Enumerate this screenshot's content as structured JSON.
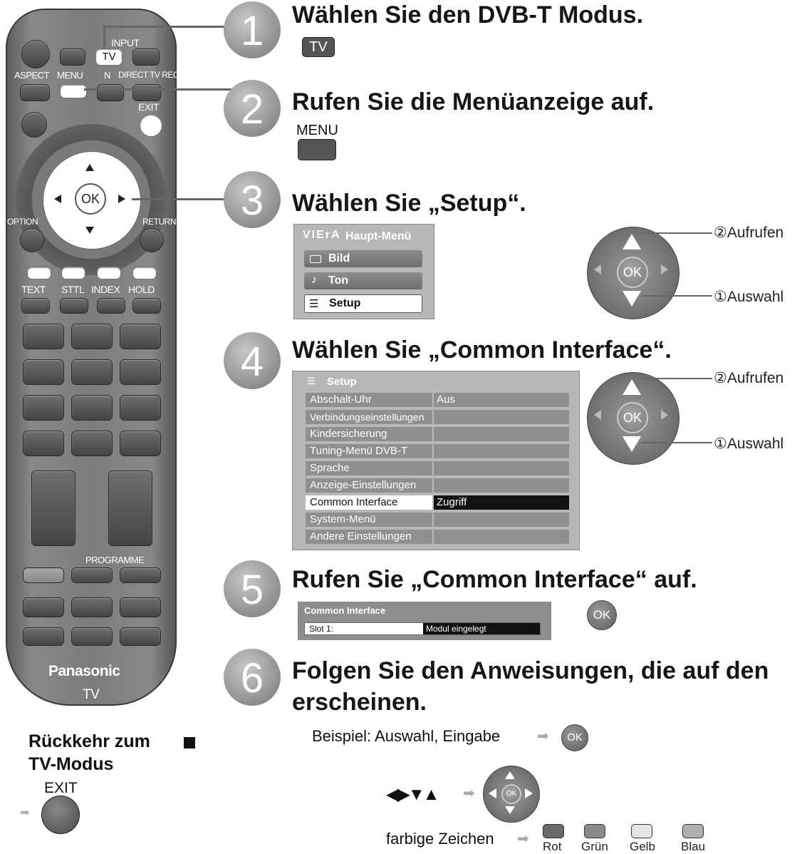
{
  "remote": {
    "labels": {
      "input": "INPUT",
      "tv": "TV",
      "aspect": "ASPECT",
      "menu": "MENU",
      "n": "N",
      "direct_tv_rec": "DIRECT TV REC",
      "exit": "EXIT",
      "ok": "OK",
      "option": "OPTION",
      "return": "RETURN",
      "text": "TEXT",
      "sttl": "STTL",
      "index": "INDEX",
      "hold": "HOLD",
      "programme": "PROGRAMME",
      "brand": "Panasonic",
      "brand_sub": "TV"
    }
  },
  "steps": [
    {
      "number": "1",
      "heading": "Wählen Sie den DVB-T Modus.",
      "key_label": "TV"
    },
    {
      "number": "2",
      "heading": "Rufen Sie die Menüanzeige auf.",
      "key_label": "MENU"
    },
    {
      "number": "3",
      "heading": "Wählen Sie „Setup“."
    },
    {
      "number": "4",
      "heading": "Wählen Sie „Common Interface“."
    },
    {
      "number": "5",
      "heading": "Rufen Sie „Common Interface“ auf."
    },
    {
      "number": "6",
      "heading_line1": "Folgen Sie den Anweisungen, die auf den",
      "heading_line2": "erscheinen."
    }
  ],
  "main_menu": {
    "logo": "VIErA",
    "title": "Haupt-Menü",
    "items": [
      "Bild",
      "Ton",
      "Setup"
    ]
  },
  "setup_menu": {
    "title": "Setup",
    "rows": [
      {
        "label": "Abschalt-Uhr",
        "value": "Aus"
      },
      {
        "label": "Verbindungseinstellungen",
        "value": ""
      },
      {
        "label": "Kindersicherung",
        "value": ""
      },
      {
        "label": "Tuning-Menü DVB-T",
        "value": ""
      },
      {
        "label": "Sprache",
        "value": ""
      },
      {
        "label": "Anzeige-Einstellungen",
        "value": ""
      },
      {
        "label": "Common Interface",
        "value": "Zugriff"
      },
      {
        "label": "System-Menü",
        "value": ""
      },
      {
        "label": "Andere Einstellungen",
        "value": ""
      }
    ]
  },
  "ci_menu": {
    "title": "Common Interface",
    "slot_label": "Slot 1:",
    "slot_value": "Modul eingelegt"
  },
  "dpad_labels": {
    "ok": "OK",
    "aufrufen": "②Aufrufen",
    "auswahl": "①Auswahl"
  },
  "ok_label": "OK",
  "return_section": {
    "line1": "Rückkehr zum",
    "line2": "TV-Modus",
    "exit_label": "EXIT"
  },
  "step6_details": {
    "beispiel": "Beispiel: Auswahl, Eingabe",
    "arrows": "◀▶▼▲",
    "colored_keys": "farbige Zeichen",
    "colors": [
      {
        "name": "Rot",
        "fill": "#6a6a6a"
      },
      {
        "name": "Grün",
        "fill": "#8a8a8a"
      },
      {
        "name": "Gelb",
        "fill": "#e6e6e6"
      },
      {
        "name": "Blau",
        "fill": "#b0b0b0"
      }
    ]
  }
}
